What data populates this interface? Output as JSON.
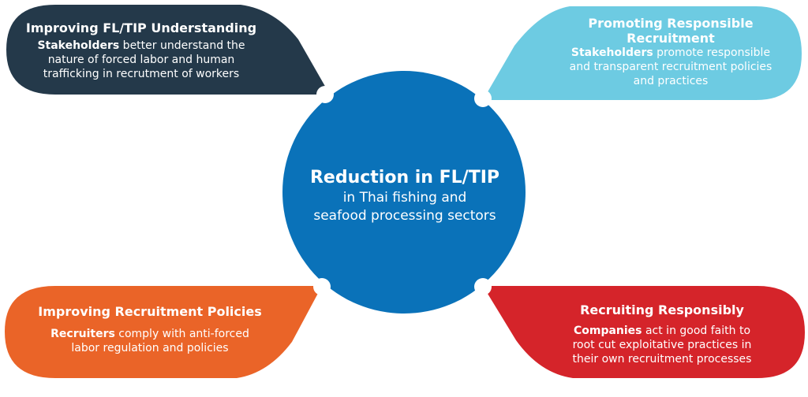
{
  "center": {
    "title": "Reduction in FL/TIP",
    "subtitle_line1": "in Thai fishing and",
    "subtitle_line2": "seafood processing sectors"
  },
  "outcomes": {
    "top_left": {
      "title": "Improving FL/TIP Understanding",
      "actor": "Stakeholders",
      "line1": " better understand the",
      "line2": "nature of  forced labor and human",
      "line3": "trafficking in recrutment of workers"
    },
    "top_right": {
      "title_line1": "Promoting Responsible",
      "title_line2": "Recruitment",
      "actor": "Stakeholders",
      "line1": " promote responsible",
      "line2": "and transparent recruitment policies",
      "line3": "and practices"
    },
    "bottom_left": {
      "title": "Improving Recruitment Policies",
      "actor": "Recruiters",
      "line1": " comply with anti-forced",
      "line2": "labor regulation and policies"
    },
    "bottom_right": {
      "title": "Recruiting Responsibly",
      "actor": "Companies",
      "line1": " act in good faith to",
      "line2": "root cut exploitative practices in",
      "line3": "their own recruitment processes"
    }
  },
  "colors": {
    "top_left": "#24394a",
    "top_right": "#6dcbe2",
    "bottom_left": "#ea6428",
    "bottom_right": "#d5242a",
    "center": "#0a72b9"
  }
}
